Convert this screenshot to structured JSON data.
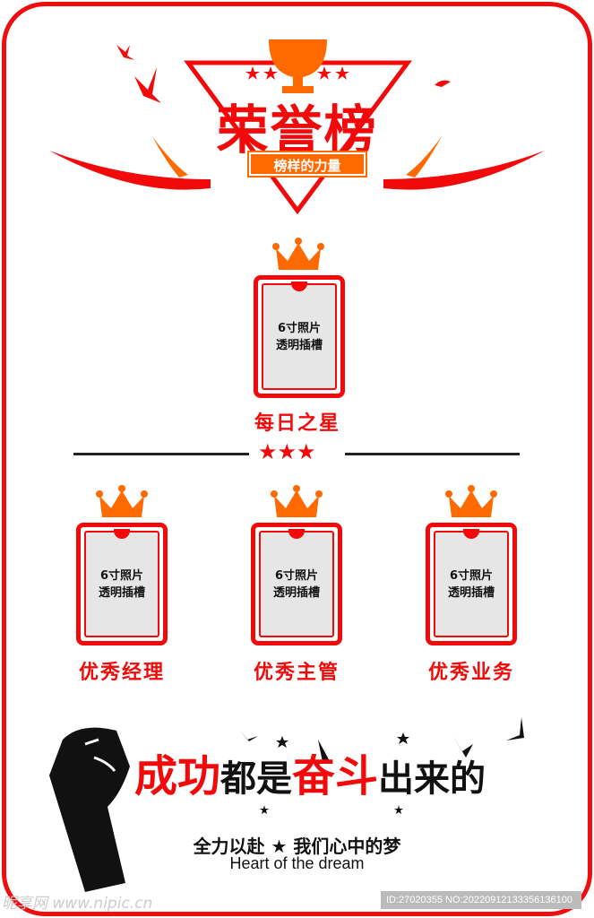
{
  "header": {
    "title": "荣誉榜",
    "ribbon": "榜样的力量",
    "trophy_icon": "trophy-icon"
  },
  "featured": {
    "slot_line1": "6寸照片",
    "slot_line2": "透明插槽",
    "label": "每日之星"
  },
  "divider": {
    "stars": "★★★"
  },
  "awards": [
    {
      "slot_line1": "6寸照片",
      "slot_line2": "透明插槽",
      "label": "优秀经理"
    },
    {
      "slot_line1": "6寸照片",
      "slot_line2": "透明插槽",
      "label": "优秀主管"
    },
    {
      "slot_line1": "6寸照片",
      "slot_line2": "透明插槽",
      "label": "优秀业务"
    }
  ],
  "footer": {
    "slogan_a": "成功",
    "slogan_b": "都是",
    "slogan_c": "奋斗",
    "slogan_d": "出来的",
    "subline": "全力以赴 ★ 我们心中的梦",
    "english": "Heart of the dream"
  },
  "watermark": {
    "site": "昵享网 www.nipic.cn",
    "id": "ID:27020355 NO:20220912133356136100"
  },
  "colors": {
    "red": "#f20a0a",
    "orange": "#ff6a00",
    "gray": "#e6e6e6"
  }
}
